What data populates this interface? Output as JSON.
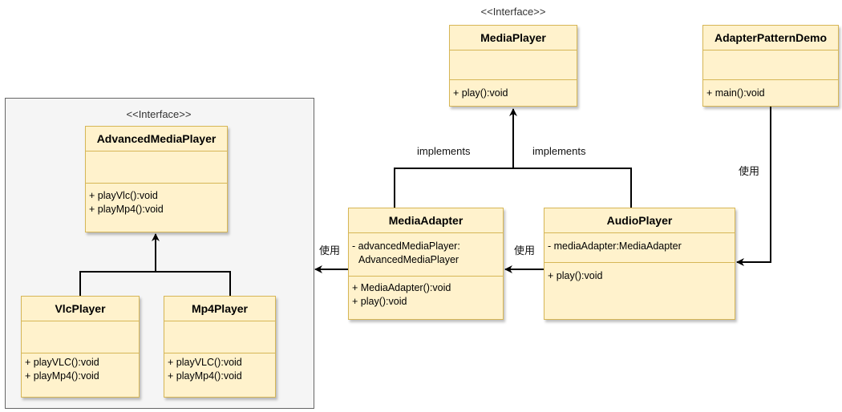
{
  "interface_stereotype": "<<Interface>>",
  "group_stereotype": "<<Interface>>",
  "classes": {
    "media_player": {
      "name": "MediaPlayer",
      "operations": [
        "+ play():void"
      ]
    },
    "adapter_demo": {
      "name": "AdapterPatternDemo",
      "operations": [
        "+ main():void"
      ]
    },
    "advanced_media_player": {
      "name": "AdvancedMediaPlayer",
      "operations": [
        "+ playVlc():void",
        "+ playMp4():void"
      ]
    },
    "vlc_player": {
      "name": "VlcPlayer",
      "operations": [
        "+ playVLC():void",
        "+ playMp4():void"
      ]
    },
    "mp4_player": {
      "name": "Mp4Player",
      "operations": [
        "+ playVLC():void",
        "+ playMp4():void"
      ]
    },
    "media_adapter": {
      "name": "MediaAdapter",
      "attributes": [
        "- advancedMediaPlayer:",
        "AdvancedMediaPlayer"
      ],
      "operations": [
        "+ MediaAdapter():void",
        "+ play():void"
      ]
    },
    "audio_player": {
      "name": "AudioPlayer",
      "attributes": [
        "- mediaAdapter:MediaAdapter"
      ],
      "operations": [
        "+ play():void"
      ]
    }
  },
  "edge_labels": {
    "implements_left": "implements",
    "implements_right": "implements",
    "uses_demo": "使用",
    "uses_audio": "使用",
    "uses_adapter": "使用"
  },
  "colors": {
    "class_fill": "#fff2cc",
    "class_border": "#d6b656",
    "group_fill": "#f5f5f5",
    "edge": "#000000"
  }
}
